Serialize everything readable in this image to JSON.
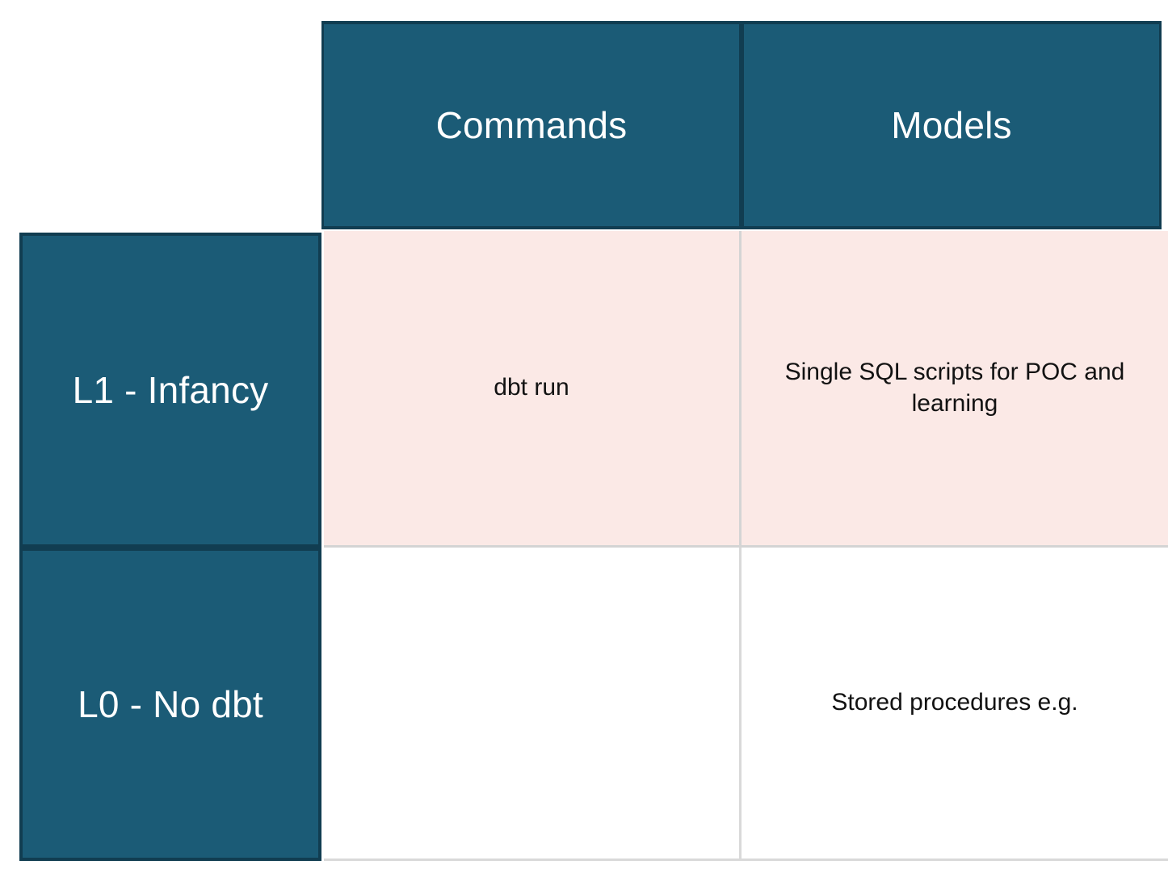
{
  "matrix": {
    "corner_label": "",
    "columns": [
      {
        "id": "commands",
        "label": "Commands"
      },
      {
        "id": "models",
        "label": "Models"
      }
    ],
    "rows": [
      {
        "id": "l1",
        "label": "L1 - Infancy",
        "cells": {
          "commands": "dbt run",
          "models": "Single SQL scripts for POC and learning"
        }
      },
      {
        "id": "l0",
        "label": "L0 - No dbt",
        "cells": {
          "commands": "",
          "models": "Stored procedures e.g."
        }
      }
    ]
  },
  "colors": {
    "header_teal": "#1B5B76",
    "header_border": "#113D51",
    "row_l1_background": "#FBE9E6",
    "row_l0_background": "#FFFFFF",
    "grid_line": "#D4D4D4",
    "header_text": "#FFFFFF",
    "body_text": "#121212"
  }
}
